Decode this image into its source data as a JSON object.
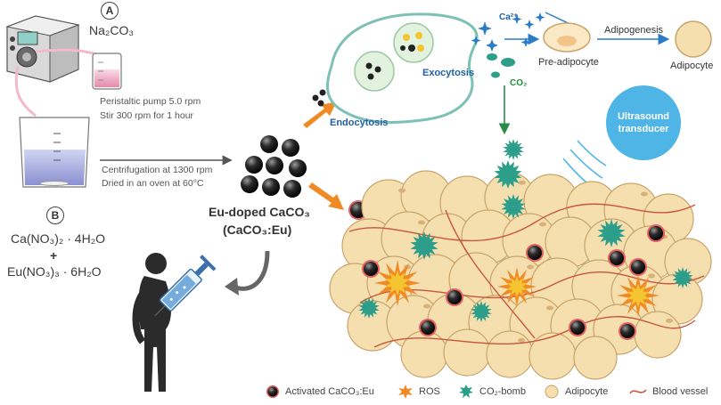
{
  "labels": {
    "A": "A",
    "B": "B",
    "na2co3": "Na₂CO₃",
    "pump": "Peristaltic pump  5.0 rpm",
    "stir": "Stir 300 rpm for 1 hour",
    "centrifuge": "Centrifugation at 1300 rpm",
    "dried": "Dried in an oven at 60°C",
    "ca_reagent": "Ca(NO₃)₂ · 4H₂O",
    "plus": "+",
    "eu_reagent": "Eu(NO₃)₃ · 6H₂O",
    "product_name": "Eu-doped CaCO₃",
    "product_formula": "(CaCO₃:Eu)",
    "endocytosis": "Endocytosis",
    "exocytosis": "Exocytosis",
    "ca_ion": "Ca²⁺",
    "co2": "CO₂",
    "adipogenesis": "Adipogenesis",
    "pre_adipocyte": "Pre-adipocyte",
    "adipocyte": "Adipocyte",
    "ultrasound": "Ultrasound transducer"
  },
  "legend": {
    "activated": "Activated CaCO₃:Eu",
    "ros": "ROS",
    "co2_bomb": "CO₂-bomb",
    "adipocyte": "Adipocyte",
    "blood_vessel": "Blood vessel"
  },
  "colors": {
    "cell_fill": "#f5dfae",
    "cell_stroke": "#c9a46a",
    "cell_membrane": "#7cc1b3",
    "vesicle": "#e3f2df",
    "particle": "#1a1a1a",
    "particle_ring": "#e06060",
    "ros": "#f08a24",
    "co2_bomb": "#2c9e8a",
    "arrow_orange": "#f08a24",
    "blue_arrow": "#2a7cc7",
    "ultrasound": "#4fb4e6",
    "vessel": "#c8553d"
  },
  "icons": [
    "peristaltic-pump-icon",
    "beaker-icon",
    "syringe-icon",
    "human-silhouette-icon",
    "sparkle-icon"
  ]
}
